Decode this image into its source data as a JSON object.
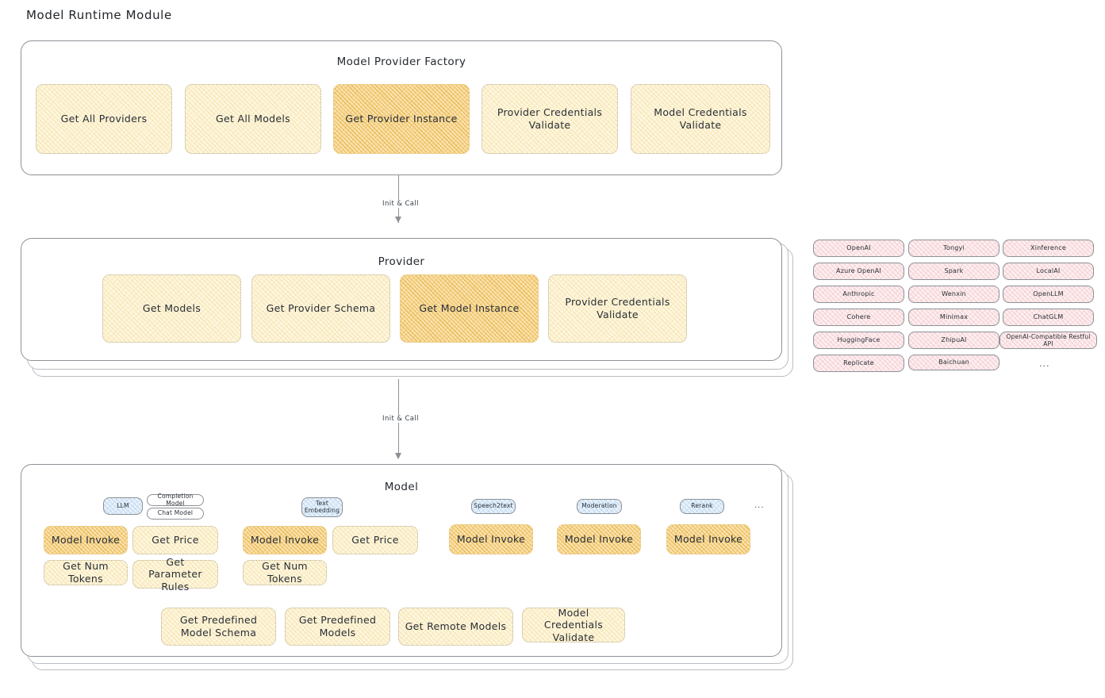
{
  "page": {
    "title": "Model Runtime Module"
  },
  "factory": {
    "title": "Model Provider Factory",
    "nodes": [
      {
        "label": "Get All Providers",
        "highlight": false
      },
      {
        "label": "Get All Models",
        "highlight": false
      },
      {
        "label": "Get Provider Instance",
        "highlight": true
      },
      {
        "label": "Provider Credentials Validate",
        "highlight": false
      },
      {
        "label": "Model Credentials Validate",
        "highlight": false
      }
    ]
  },
  "connector_1": {
    "label": "Init & Call"
  },
  "provider": {
    "title": "Provider",
    "nodes": [
      {
        "label": "Get Models",
        "highlight": false
      },
      {
        "label": "Get Provider Schema",
        "highlight": false
      },
      {
        "label": "Get Model Instance",
        "highlight": true
      },
      {
        "label": "Provider Credentials Validate",
        "highlight": false
      }
    ]
  },
  "provider_tags": {
    "columns": [
      [
        "OpenAI",
        "Azure OpenAI",
        "Anthropic",
        "Cohere",
        "HuggingFace",
        "Replicate"
      ],
      [
        "Tongyi",
        "Spark",
        "Wenxin",
        "Minimax",
        "ZhipuAI",
        "Baichuan"
      ],
      [
        "Xinference",
        "LocalAI",
        "OpenLLM",
        "ChatGLM",
        "OpenAI-Compatible Restful API"
      ]
    ],
    "more": "..."
  },
  "connector_2": {
    "label": "Init & Call"
  },
  "model": {
    "title": "Model",
    "more": "...",
    "types": [
      {
        "name": "LLM",
        "subtypes": [
          "Completion Model",
          "Chat Model"
        ]
      },
      {
        "name": "Text Embedding",
        "subtypes": []
      },
      {
        "name": "Speech2text",
        "subtypes": []
      },
      {
        "name": "Moderation",
        "subtypes": []
      },
      {
        "name": "Rerank",
        "subtypes": []
      }
    ],
    "methods": {
      "llm": [
        {
          "label": "Model Invoke",
          "highlight": true
        },
        {
          "label": "Get Price",
          "highlight": false
        },
        {
          "label": "Get Num Tokens",
          "highlight": false
        },
        {
          "label": "Get Parameter Rules",
          "highlight": false
        }
      ],
      "text_embedding": [
        {
          "label": "Model Invoke",
          "highlight": true
        },
        {
          "label": "Get Price",
          "highlight": false
        },
        {
          "label": "Get Num Tokens",
          "highlight": false
        }
      ],
      "speech2text": [
        {
          "label": "Model Invoke",
          "highlight": true
        }
      ],
      "moderation": [
        {
          "label": "Model Invoke",
          "highlight": true
        }
      ],
      "rerank": [
        {
          "label": "Model Invoke",
          "highlight": true
        }
      ]
    },
    "common": [
      {
        "label": "Get Predefined Model Schema"
      },
      {
        "label": "Get Predefined Models"
      },
      {
        "label": "Get Remote Models"
      },
      {
        "label": "Model Credentials Validate"
      }
    ]
  },
  "colors": {
    "node_fill": "#fdf6e0",
    "node_fill_highlight": "#fbe3ae",
    "tag_fill": "#fdeff0",
    "pill_fill": "#e8f2fb",
    "border": "#8d9196"
  }
}
